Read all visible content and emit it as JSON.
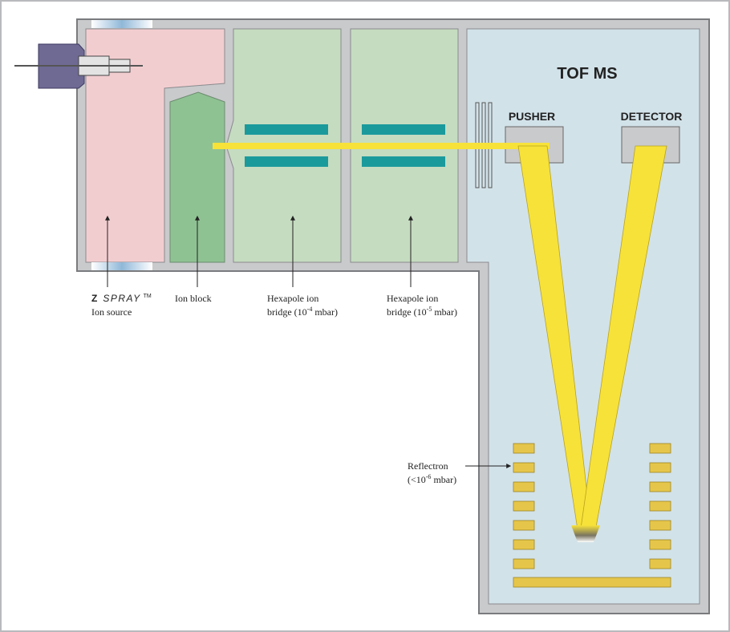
{
  "title": "TOF MS",
  "pusher_label": "PUSHER",
  "detector_label": "DETECTOR",
  "labels": {
    "zspray_brand_z": "Z",
    "zspray_brand_spray": "SPRAY",
    "zspray_tm": "TM",
    "zspray_sub": "Ion source",
    "ion_block": "Ion block",
    "hex1_line1": "Hexapole ion",
    "hex1_line2_pre": "bridge (10",
    "hex1_exp": "-4",
    "hex1_line2_post": " mbar)",
    "hex2_line1": "Hexapole ion",
    "hex2_line2_pre": "bridge (10",
    "hex2_exp": "-5",
    "hex2_line2_post": " mbar)",
    "reflectron_line1": "Reflectron",
    "reflectron_line2_pre": "(<10",
    "reflectron_exp": "-6",
    "reflectron_line2_post": " mbar)"
  },
  "colors": {
    "housing": "#c9cacc",
    "housing_stroke": "#7a7b7e",
    "ion_source": "#f2cdd0",
    "ion_block": "#8fc293",
    "hexapole_chamber": "#c5dcc0",
    "tof_chamber": "#d2e2e9",
    "rods": "#1b9a9c",
    "beam": "#f7e23a",
    "reflectron_plates": "#e6c64a",
    "probe": "#6e6a94"
  }
}
